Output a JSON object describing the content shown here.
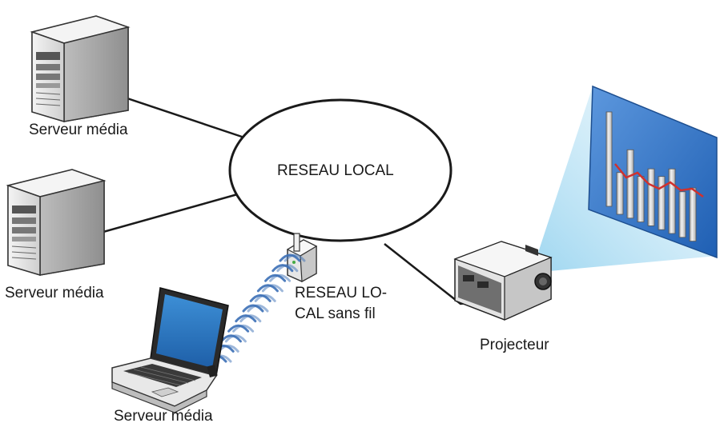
{
  "diagram": {
    "network_label": "RESEAU LOCAL",
    "wireless_label_line1": "RESEAU LO-",
    "wireless_label_line2": "CAL sans fil",
    "server1_label": "Serveur média",
    "server2_label": "Serveur média",
    "laptop_label": "Serveur média",
    "projector_label": "Projecteur"
  },
  "colors": {
    "line": "#1a1a1a",
    "screen_blue": "#2f74c9",
    "beam": "#bfe3f5",
    "bar_fill": "#d9d9d9",
    "trend_line": "#d0312d",
    "wifi_wave": "#3b6fb6"
  }
}
